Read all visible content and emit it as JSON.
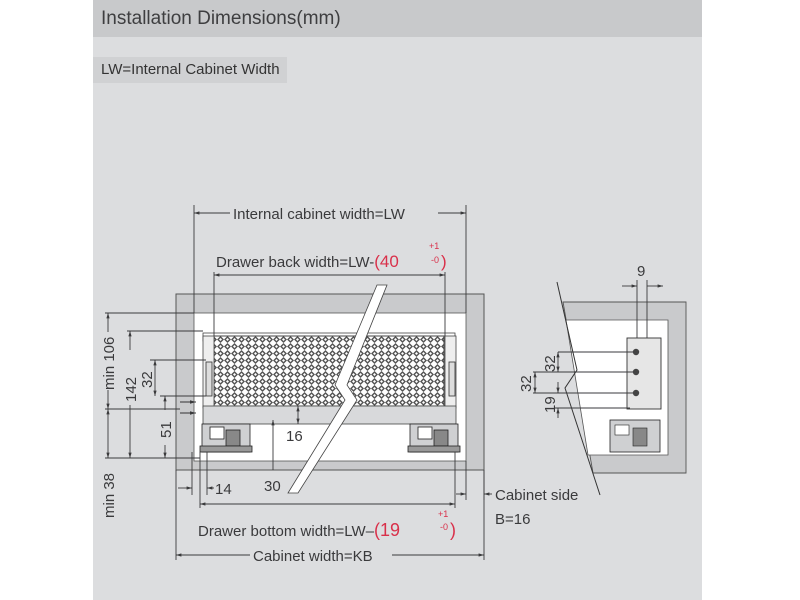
{
  "header": {
    "title": "Installation Dimensions(mm)"
  },
  "note": {
    "text": "LW=Internal Cabinet Width"
  },
  "labels": {
    "internal_cabinet_width": "Internal cabinet width=LW",
    "drawer_back_width_prefix": "Drawer back width=LW-",
    "drawer_back_open": "(",
    "drawer_back_value": "40",
    "drawer_back_tol_plus": "+1",
    "drawer_back_tol_minus": "-0",
    "drawer_back_close": ")",
    "drawer_bottom_width_prefix": "Drawer bottom width=LW–",
    "drawer_bottom_open": "(",
    "drawer_bottom_value": "19",
    "drawer_bottom_tol_plus": "+1",
    "drawer_bottom_tol_minus": "-0",
    "drawer_bottom_close": ")",
    "cabinet_width": "Cabinet width=KB",
    "cabinet_side": "Cabinet side",
    "cabinet_side_thickness": "B=16"
  },
  "dimensions": {
    "min106": "min 106",
    "d142": "142",
    "d32_left": "32",
    "d51": "51",
    "min38": "min 38",
    "d16": "16",
    "d14": "14",
    "d30": "30",
    "d9": "9",
    "d32_side_a": "32",
    "d32_side_b": "32",
    "d19": "19"
  },
  "colors": {
    "panel_bg": "#dcdddf",
    "header_bg": "#c8c9cb",
    "line": "#3a3a3c",
    "tolerance_red": "#d9304a",
    "cabinet_grey": "#c9cacc"
  }
}
